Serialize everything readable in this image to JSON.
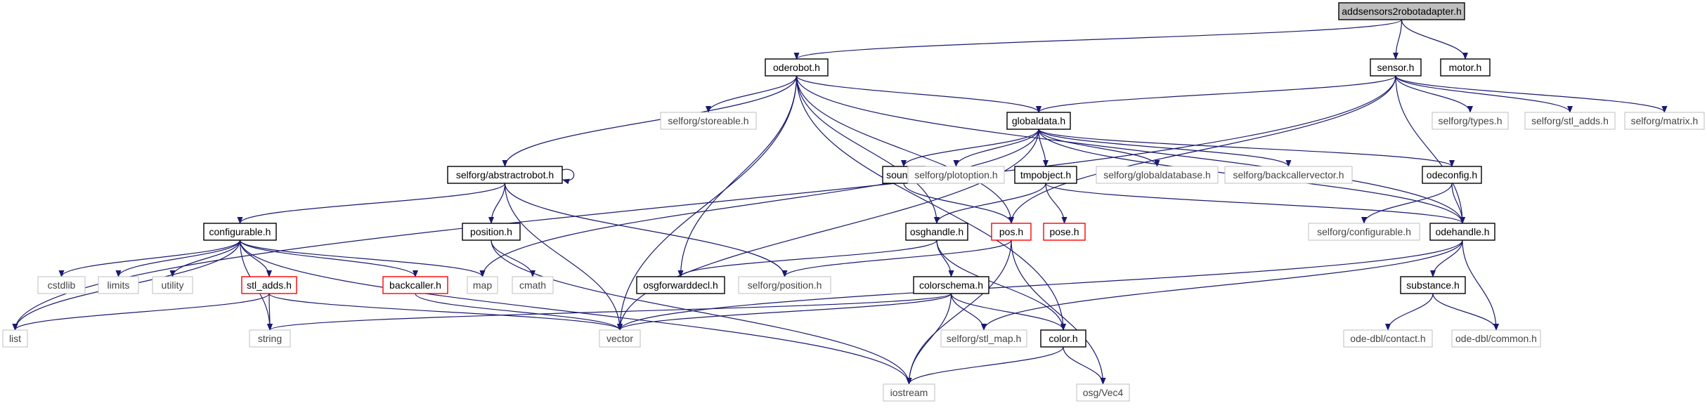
{
  "nodes": [
    {
      "id": "root",
      "label": "addsensors2robotadapter.h",
      "kind": "root"
    },
    {
      "id": "oderobot",
      "label": "oderobot.h",
      "kind": "internal"
    },
    {
      "id": "sensor",
      "label": "sensor.h",
      "kind": "internal"
    },
    {
      "id": "motor",
      "label": "motor.h",
      "kind": "internal"
    },
    {
      "id": "storeable",
      "label": "selforg/storeable.h",
      "kind": "external"
    },
    {
      "id": "globaldata",
      "label": "globaldata.h",
      "kind": "internal"
    },
    {
      "id": "types",
      "label": "selforg/types.h",
      "kind": "external"
    },
    {
      "id": "stl_adds_s",
      "label": "selforg/stl_adds.h",
      "kind": "external"
    },
    {
      "id": "matrix",
      "label": "selforg/matrix.h",
      "kind": "external"
    },
    {
      "id": "abstractrobot",
      "label": "selforg/abstractrobot.h",
      "kind": "internal"
    },
    {
      "id": "sound",
      "label": "sound.h",
      "kind": "internal"
    },
    {
      "id": "plotoption",
      "label": "selforg/plotoption.h",
      "kind": "external"
    },
    {
      "id": "tmpobject",
      "label": "tmpobject.h",
      "kind": "internal"
    },
    {
      "id": "globaldatabase",
      "label": "selforg/globaldatabase.h",
      "kind": "external"
    },
    {
      "id": "backcallervector",
      "label": "selforg/backcallervector.h",
      "kind": "external"
    },
    {
      "id": "odeconfig",
      "label": "odeconfig.h",
      "kind": "internal"
    },
    {
      "id": "configurable",
      "label": "configurable.h",
      "kind": "internal"
    },
    {
      "id": "position",
      "label": "position.h",
      "kind": "internal"
    },
    {
      "id": "osghandle",
      "label": "osghandle.h",
      "kind": "internal"
    },
    {
      "id": "pos",
      "label": "pos.h",
      "kind": "truncated"
    },
    {
      "id": "pose",
      "label": "pose.h",
      "kind": "truncated"
    },
    {
      "id": "sconfigurable",
      "label": "selforg/configurable.h",
      "kind": "external"
    },
    {
      "id": "odehandle",
      "label": "odehandle.h",
      "kind": "internal"
    },
    {
      "id": "cstdlib",
      "label": "cstdlib",
      "kind": "external"
    },
    {
      "id": "limits",
      "label": "limits",
      "kind": "external"
    },
    {
      "id": "utility",
      "label": "utility",
      "kind": "external"
    },
    {
      "id": "stl_adds",
      "label": "stl_adds.h",
      "kind": "truncated"
    },
    {
      "id": "backcaller",
      "label": "backcaller.h",
      "kind": "truncated"
    },
    {
      "id": "map",
      "label": "map",
      "kind": "external"
    },
    {
      "id": "cmath",
      "label": "cmath",
      "kind": "external"
    },
    {
      "id": "osgforwarddecl",
      "label": "osgforwarddecl.h",
      "kind": "internal"
    },
    {
      "id": "sposition",
      "label": "selforg/position.h",
      "kind": "external"
    },
    {
      "id": "colorschema",
      "label": "colorschema.h",
      "kind": "internal"
    },
    {
      "id": "substance",
      "label": "substance.h",
      "kind": "internal"
    },
    {
      "id": "list",
      "label": "list",
      "kind": "external"
    },
    {
      "id": "string",
      "label": "string",
      "kind": "external"
    },
    {
      "id": "vector",
      "label": "vector",
      "kind": "external"
    },
    {
      "id": "stl_map",
      "label": "selforg/stl_map.h",
      "kind": "external"
    },
    {
      "id": "color",
      "label": "color.h",
      "kind": "internal"
    },
    {
      "id": "contact",
      "label": "ode-dbl/contact.h",
      "kind": "external"
    },
    {
      "id": "common",
      "label": "ode-dbl/common.h",
      "kind": "external"
    },
    {
      "id": "iostream",
      "label": "iostream",
      "kind": "external"
    },
    {
      "id": "vec4",
      "label": "osg/Vec4",
      "kind": "external"
    }
  ],
  "edges": [
    [
      "root",
      "oderobot"
    ],
    [
      "root",
      "sensor"
    ],
    [
      "root",
      "motor"
    ],
    [
      "oderobot",
      "storeable"
    ],
    [
      "oderobot",
      "globaldata"
    ],
    [
      "oderobot",
      "abstractrobot"
    ],
    [
      "oderobot",
      "vector"
    ],
    [
      "oderobot",
      "osgforwarddecl"
    ],
    [
      "oderobot",
      "osghandle"
    ],
    [
      "oderobot",
      "pos"
    ],
    [
      "oderobot",
      "odehandle"
    ],
    [
      "oderobot",
      "color"
    ],
    [
      "sensor",
      "globaldata"
    ],
    [
      "sensor",
      "types"
    ],
    [
      "sensor",
      "stl_adds_s"
    ],
    [
      "sensor",
      "matrix"
    ],
    [
      "sensor",
      "list"
    ],
    [
      "sensor",
      "pos"
    ],
    [
      "sensor",
      "odehandle"
    ],
    [
      "globaldata",
      "sound"
    ],
    [
      "globaldata",
      "plotoption"
    ],
    [
      "globaldata",
      "tmpobject"
    ],
    [
      "globaldata",
      "globaldatabase"
    ],
    [
      "globaldata",
      "backcallervector"
    ],
    [
      "globaldata",
      "odeconfig"
    ],
    [
      "globaldata",
      "odehandle"
    ],
    [
      "globaldata",
      "map"
    ],
    [
      "globaldata",
      "vector"
    ],
    [
      "abstractrobot",
      "abstractrobot"
    ],
    [
      "abstractrobot",
      "configurable"
    ],
    [
      "abstractrobot",
      "position"
    ],
    [
      "abstractrobot",
      "sposition"
    ],
    [
      "abstractrobot",
      "vector"
    ],
    [
      "sound",
      "pos"
    ],
    [
      "tmpobject",
      "osghandle"
    ],
    [
      "tmpobject",
      "pose"
    ],
    [
      "tmpobject",
      "odehandle"
    ],
    [
      "odeconfig",
      "sconfigurable"
    ],
    [
      "odeconfig",
      "odehandle"
    ],
    [
      "configurable",
      "list"
    ],
    [
      "configurable",
      "cstdlib"
    ],
    [
      "configurable",
      "limits"
    ],
    [
      "configurable",
      "utility"
    ],
    [
      "configurable",
      "stl_adds"
    ],
    [
      "configurable",
      "backcaller"
    ],
    [
      "configurable",
      "map"
    ],
    [
      "configurable",
      "string"
    ],
    [
      "configurable",
      "iostream"
    ],
    [
      "position",
      "cmath"
    ],
    [
      "position",
      "iostream"
    ],
    [
      "osghandle",
      "osgforwarddecl"
    ],
    [
      "osghandle",
      "colorschema"
    ],
    [
      "osghandle",
      "color"
    ],
    [
      "pos",
      "sposition"
    ],
    [
      "pos",
      "iostream"
    ],
    [
      "pos",
      "vec4"
    ],
    [
      "odehandle",
      "substance"
    ],
    [
      "odehandle",
      "common"
    ],
    [
      "odehandle",
      "vector"
    ],
    [
      "odehandle",
      "stl_map"
    ],
    [
      "stl_adds",
      "list"
    ],
    [
      "stl_adds",
      "string"
    ],
    [
      "stl_adds",
      "vector"
    ],
    [
      "backcaller",
      "vector"
    ],
    [
      "colorschema",
      "string"
    ],
    [
      "colorschema",
      "vector"
    ],
    [
      "colorschema",
      "stl_map"
    ],
    [
      "colorschema",
      "color"
    ],
    [
      "colorschema",
      "iostream"
    ],
    [
      "substance",
      "contact"
    ],
    [
      "substance",
      "common"
    ],
    [
      "color",
      "iostream"
    ],
    [
      "color",
      "vec4"
    ]
  ],
  "colors": {
    "edge": "#191970",
    "root_fill": "#bfbfbf",
    "internal_border": "#000000",
    "external_border": "#bfbfbf",
    "truncated_border": "#ff0000"
  }
}
